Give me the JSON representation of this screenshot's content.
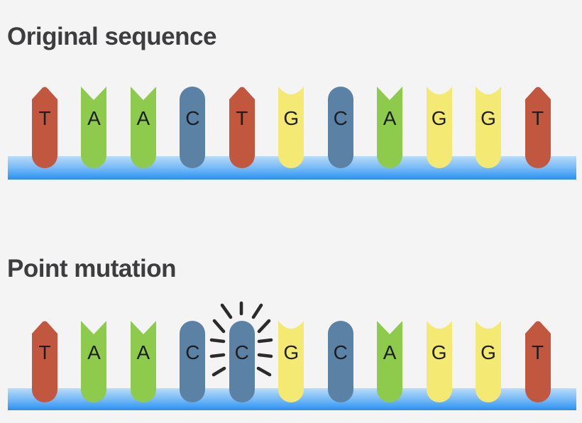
{
  "figure": {
    "background": "#f5f4f5",
    "panels": [
      {
        "title": "Original sequence",
        "sequence": [
          "T",
          "A",
          "A",
          "C",
          "T",
          "G",
          "C",
          "A",
          "G",
          "G",
          "T"
        ],
        "mutated_index": null
      },
      {
        "title": "Point mutation",
        "sequence": [
          "T",
          "A",
          "A",
          "C",
          "C",
          "G",
          "C",
          "A",
          "G",
          "G",
          "T"
        ],
        "mutated_index": 4
      }
    ],
    "colors": {
      "T": "#c0573e",
      "A": "#8ecb4c",
      "C": "#5b81a4",
      "G": "#f4e972",
      "letter": "#1d1d1f",
      "title": "#3d3d3f",
      "backbone_top": "#b9dcf9",
      "backbone_bottom": "#3f9df5",
      "emphasis": "#2b2b2b"
    }
  }
}
